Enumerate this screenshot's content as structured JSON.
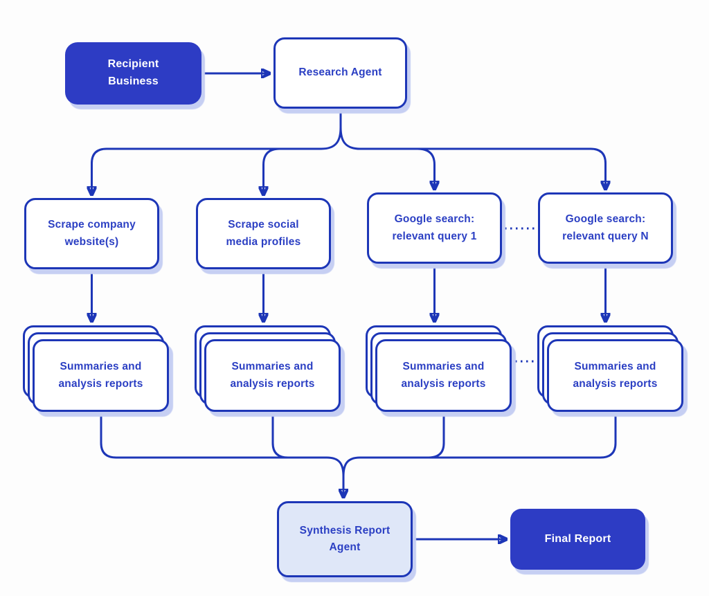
{
  "nodes": {
    "recipient_business": {
      "label": "Recipient\nBusiness",
      "style": "solid-blue"
    },
    "research_agent": {
      "label": "Research Agent",
      "style": "outline"
    },
    "scrape_company": {
      "label": "Scrape company\nwebsite(s)",
      "style": "outline"
    },
    "scrape_social": {
      "label": "Scrape social\nmedia profiles",
      "style": "outline"
    },
    "google_search_1": {
      "label": "Google search:\nrelevant query 1",
      "style": "outline"
    },
    "google_search_n": {
      "label": "Google search:\nrelevant query N",
      "style": "outline"
    },
    "summaries_1": {
      "label": "Summaries and\nanalysis reports",
      "style": "stack"
    },
    "summaries_2": {
      "label": "Summaries and\nanalysis reports",
      "style": "stack"
    },
    "summaries_3": {
      "label": "Summaries and\nanalysis reports",
      "style": "stack"
    },
    "summaries_4": {
      "label": "Summaries and\nanalysis reports",
      "style": "stack"
    },
    "synthesis_agent": {
      "label": "Synthesis Report\nAgent",
      "style": "tinted"
    },
    "final_report": {
      "label": "Final Report",
      "style": "solid-blue"
    }
  },
  "edges": [
    {
      "from": "recipient_business",
      "to": "research_agent",
      "style": "arrow"
    },
    {
      "from": "research_agent",
      "to": "scrape_company",
      "style": "arrow"
    },
    {
      "from": "research_agent",
      "to": "scrape_social",
      "style": "arrow"
    },
    {
      "from": "research_agent",
      "to": "google_search_1",
      "style": "arrow"
    },
    {
      "from": "research_agent",
      "to": "google_search_n",
      "style": "arrow"
    },
    {
      "from": "scrape_company",
      "to": "summaries_1",
      "style": "arrow"
    },
    {
      "from": "scrape_social",
      "to": "summaries_2",
      "style": "arrow"
    },
    {
      "from": "google_search_1",
      "to": "summaries_3",
      "style": "arrow"
    },
    {
      "from": "google_search_n",
      "to": "summaries_4",
      "style": "arrow"
    },
    {
      "from": "summaries_1",
      "to": "synthesis_agent",
      "style": "arrow"
    },
    {
      "from": "summaries_2",
      "to": "synthesis_agent",
      "style": "arrow"
    },
    {
      "from": "summaries_3",
      "to": "synthesis_agent",
      "style": "arrow"
    },
    {
      "from": "summaries_4",
      "to": "synthesis_agent",
      "style": "arrow"
    },
    {
      "from": "google_search_1",
      "to": "google_search_n",
      "style": "dotted"
    },
    {
      "from": "summaries_3",
      "to": "summaries_4",
      "style": "dotted"
    },
    {
      "from": "synthesis_agent",
      "to": "final_report",
      "style": "arrow"
    }
  ],
  "colors": {
    "line": "#1d36b7",
    "solid_fill": "#2d3cc4",
    "outline_border": "#1d36b7",
    "text_blue": "#2b3fc3",
    "text_white": "#ffffff",
    "tinted_fill": "#dfe7f8",
    "shadow": "#c6cff3",
    "background": "#fdfdfd"
  }
}
